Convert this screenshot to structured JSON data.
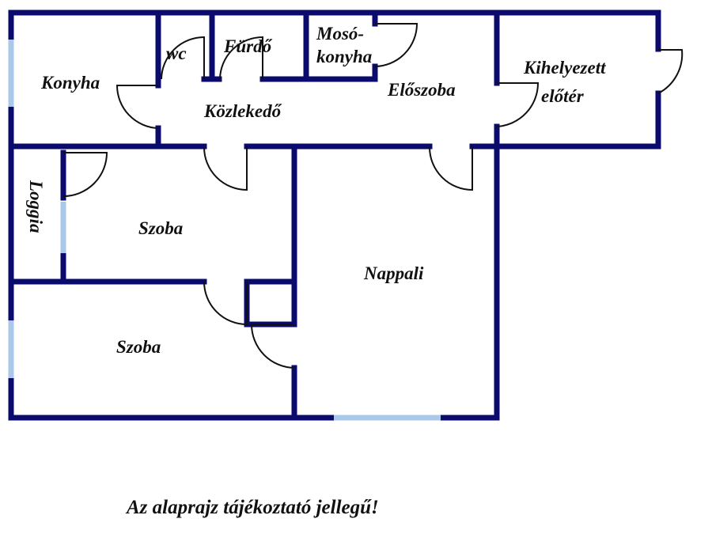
{
  "rooms": {
    "konyha": "Konyha",
    "wc": "wc",
    "furdo": "Fürdő",
    "moso_line1": "Mosó-",
    "moso_line2": "konyha",
    "kozlekedo": "Közlekedő",
    "eloszoba": "Előszoba",
    "kihelyezett_line1": "Kihelyezett",
    "kihelyezett_line2": "előtér",
    "loggia": "Loggia",
    "szoba_upper": "Szoba",
    "szoba_lower": "Szoba",
    "nappali": "Nappali"
  },
  "footer_note": "Az alaprajz tájékoztató jellegű!",
  "colors": {
    "wall": "#0b0b6e",
    "window": "#a9c8ea"
  }
}
